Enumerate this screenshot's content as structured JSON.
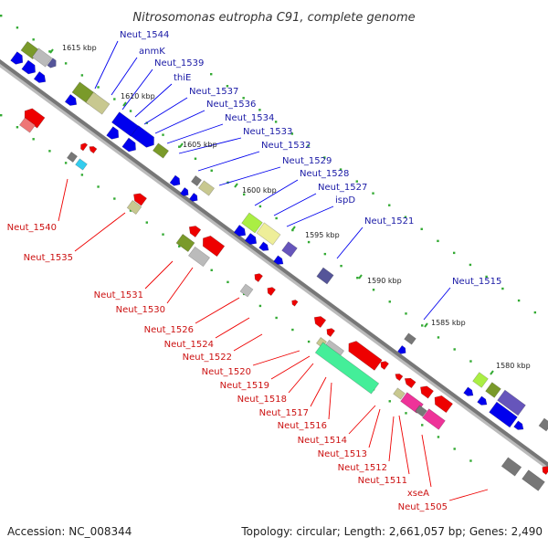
{
  "title": "Nitrosomonas eutropha C91, complete genome",
  "footer": {
    "accession": "Accession: NC_008344",
    "summary": "Topology: circular; Length: 2,661,057 bp; Genes: 2,490"
  },
  "colors": {
    "backbone": "#777777",
    "forward": "#0000ee",
    "reverse": "#ee0000",
    "tick": "#33aa33",
    "label_forward": "#1a1aa6",
    "label_reverse": "#cc1111"
  },
  "scale_labels": [
    "1615 kbp",
    "1610 kbp",
    "1605 kbp",
    "1600 kbp",
    "1595 kbp",
    "1590 kbp",
    "1585 kbp",
    "1580 kbp"
  ],
  "labels_forward": [
    "Neut_1544",
    "anmK",
    "Neut_1539",
    "thiE",
    "Neut_1537",
    "Neut_1536",
    "Neut_1534",
    "Neut_1533",
    "Neut_1532",
    "Neut_1529",
    "Neut_1528",
    "Neut_1527",
    "ispD",
    "Neut_1521",
    "Neut_1515"
  ],
  "labels_reverse": [
    "Neut_1540",
    "Neut_1535",
    "Neut_1531",
    "Neut_1530",
    "Neut_1526",
    "Neut_1524",
    "Neut_1522",
    "Neut_1520",
    "Neut_1519",
    "Neut_1518",
    "Neut_1517",
    "Neut_1516",
    "Neut_1514",
    "Neut_1513",
    "Neut_1512",
    "Neut_1511",
    "xseA",
    "Neut_1505"
  ],
  "feature_colors": {
    "olive": "#7a9a2a",
    "khaki": "#c8c890",
    "gray": "#bbbbbb",
    "dark_gray": "#777777",
    "slate": "#6655bb",
    "dark_slate": "#555599",
    "lime": "#aaee44",
    "pale_yellow": "#eeee99",
    "mint": "#44ee99",
    "magenta": "#ee3399",
    "cyan": "#33ccee",
    "pink": "#ee7777"
  }
}
